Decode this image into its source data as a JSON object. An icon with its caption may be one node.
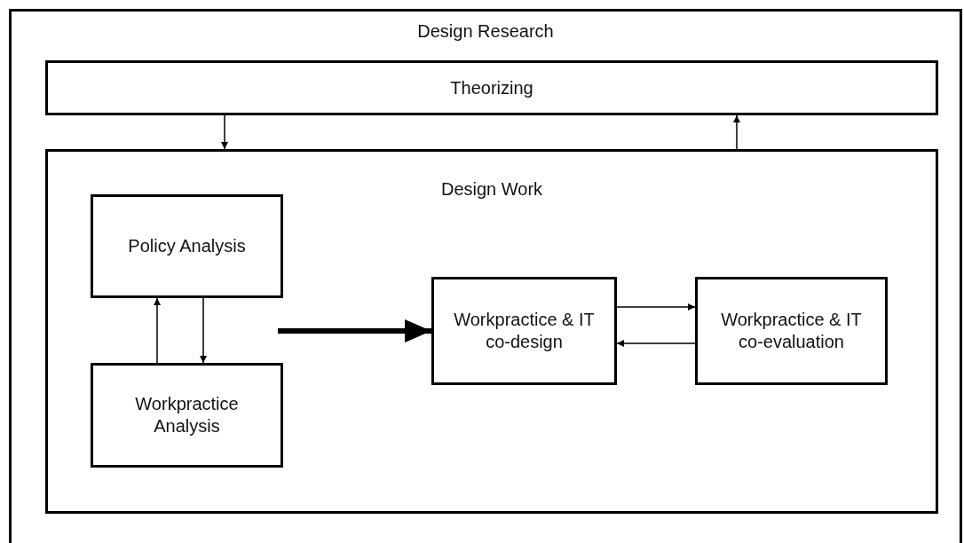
{
  "diagram": {
    "nodes": [
      {
        "text": [
          "Design Research"
        ]
      },
      {
        "text": [
          "Theorizing"
        ],
        "in": 0
      },
      {
        "text": [
          "Design Work"
        ],
        "in": 0
      },
      {
        "text": [
          "Policy Analysis"
        ],
        "in": 2
      },
      {
        "text": [
          "Workpractice Analysis"
        ],
        "in": 2
      },
      {
        "text": [
          "Workpractice & IT co-design"
        ],
        "in": 2
      },
      {
        "text": [
          "Workpractice & IT co-evaluation"
        ],
        "in": 2
      }
    ],
    "edges": [
      {
        "from": 1,
        "to": 2,
        "arrow": "to"
      },
      {
        "from": 2,
        "to": 1,
        "arrow": "to"
      },
      {
        "from": 4,
        "to": 3,
        "arrow": "to"
      },
      {
        "from": 3,
        "to": 4,
        "arrow": "to"
      },
      {
        "from": null,
        "to": 5,
        "arrow": "to",
        "style": "thick"
      },
      {
        "from": 5,
        "to": 6,
        "arrow": "to"
      },
      {
        "from": 6,
        "to": 5,
        "arrow": "to"
      }
    ]
  }
}
